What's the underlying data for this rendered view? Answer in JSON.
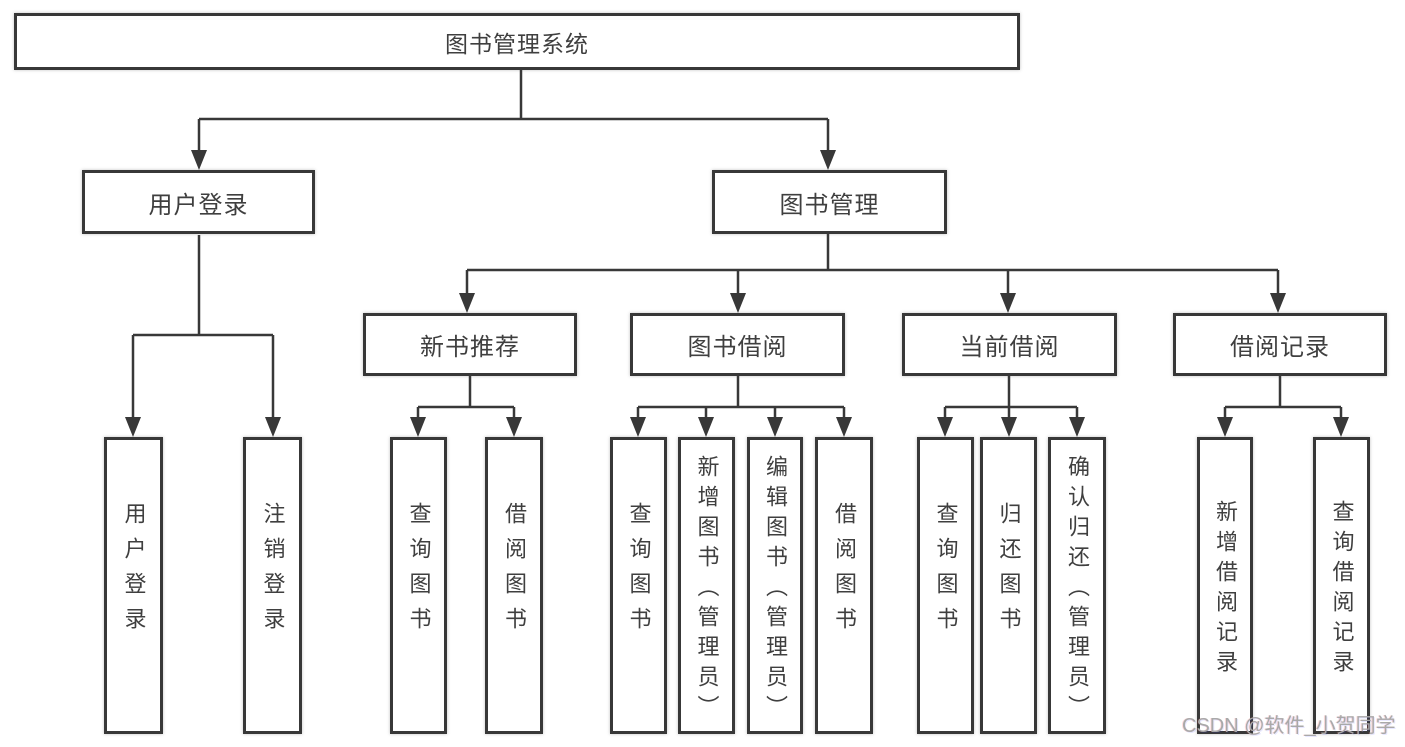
{
  "title": "图书管理系统",
  "level2": {
    "user_login": "用户登录",
    "book_management": "图书管理"
  },
  "level3": {
    "new_book_recommend": "新书推荐",
    "book_borrow": "图书借阅",
    "current_borrow": "当前借阅",
    "borrow_records": "借阅记录"
  },
  "leaves": {
    "user_login": "用户登录",
    "logout": "注销登录",
    "recommend_query_book": "查询图书",
    "recommend_borrow_book": "借阅图书",
    "borrow_query_book": "查询图书",
    "add_book_admin": "新增图书（管理员）",
    "edit_book_admin": "编辑图书（管理员）",
    "borrow_borrow_book": "借阅图书",
    "current_query_book": "查询图书",
    "return_book": "归还图书",
    "confirm_return_admin": "确认归还（管理员）",
    "add_borrow_record": "新增借阅记录",
    "query_borrow_record": "查询借阅记录"
  },
  "watermark": "CSDN @软件_小贺同学",
  "colors": {
    "line": "#383838",
    "text": "#3f3f3f",
    "background": "#ffffff",
    "watermark": "#a9a9a9"
  }
}
